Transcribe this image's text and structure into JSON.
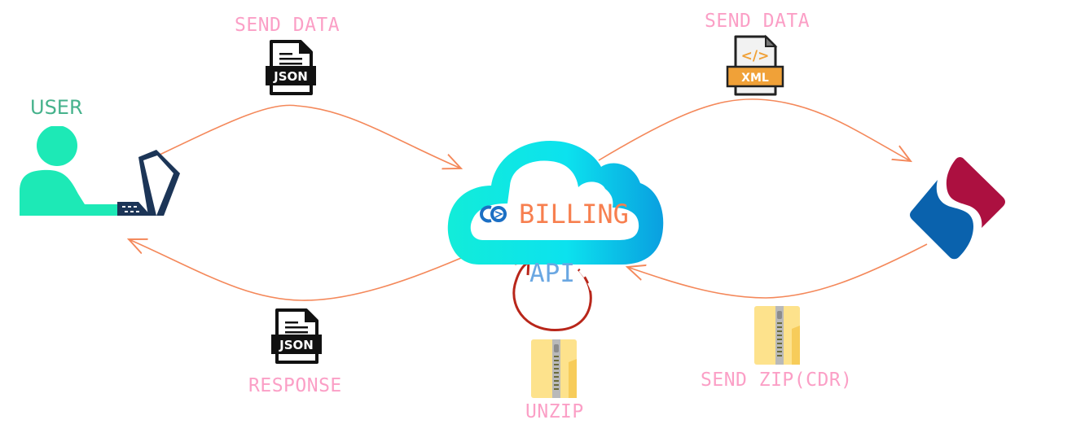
{
  "diagram": {
    "nodes": {
      "user": {
        "label": "USER"
      },
      "billing": {
        "label": "BILLING",
        "sublabel": "API"
      },
      "partner": {
        "label": ""
      }
    },
    "edges": [
      {
        "from": "user",
        "to": "billing",
        "label": "SEND DATA",
        "payload": "JSON"
      },
      {
        "from": "billing",
        "to": "partner",
        "label": "SEND DATA",
        "payload": "XML"
      },
      {
        "from": "partner",
        "to": "billing",
        "label": "SEND ZIP(CDR)",
        "payload": "zip-folder"
      },
      {
        "from": "billing",
        "to": "user",
        "label": "RESPONSE",
        "payload": "JSON"
      },
      {
        "from": "billing",
        "to": "billing",
        "label": "UNZIP",
        "payload": "zip-folder"
      }
    ],
    "file_badges": {
      "json": "JSON",
      "xml": "XML",
      "code": "</>"
    },
    "colors": {
      "arrow": "#f4885a",
      "label": "#fb9fc6",
      "user": "#1de9b6",
      "user_label": "#46b28c",
      "laptop": "#1c3557",
      "cloud_left": "#12ecd9",
      "cloud_right": "#0aa0e0",
      "billing_text": "#f77f4f",
      "api_text": "#6aa7e2",
      "loop": "#b8261a",
      "partner_red": "#ac1040",
      "partner_blue": "#0a62ad",
      "folder": "#fde28c",
      "xml_orange": "#f0a138"
    }
  }
}
